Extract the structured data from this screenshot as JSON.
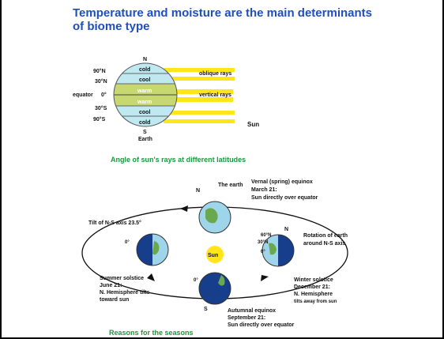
{
  "title": "Temperature and moisture are the main determinants of biome type",
  "top_diagram": {
    "north": "N",
    "south": "S",
    "earth": "Earth",
    "lat_labels": [
      "90°N",
      "30°N",
      "0°",
      "30°S",
      "90°S"
    ],
    "equator": "equator",
    "bands": [
      "cold",
      "cool",
      "warm",
      "warm",
      "cool",
      "cold"
    ],
    "oblique_rays": "oblique rays",
    "vertical_rays": "vertical rays",
    "sun": "Sun",
    "caption": "Angle of sun's rays at different latitudes"
  },
  "bottom_diagram": {
    "tilt_label": "Tilt of N-S axis 23.5°",
    "sun": "Sun",
    "top_earth": "The earth",
    "top_n": "N",
    "vernal": [
      "Vernal (spring) equinox",
      "March 21:",
      "Sun directly over equator"
    ],
    "rotation": [
      "Rotation of earth",
      "around N-S axis"
    ],
    "right_lat": [
      "60°N",
      "30°N",
      "0°"
    ],
    "right_n": "N",
    "left_deg": "0°",
    "bottom_deg": "0°",
    "bottom_s": "S",
    "summer": [
      "Summer solstice",
      "June 21:",
      "N. Hemisphere tilts",
      "toward sun"
    ],
    "winter": [
      "Winter solstice",
      "December 21:",
      "N. Hemisphere",
      "tilts away from sun"
    ],
    "autumnal": [
      "Autumnal equinox",
      "September 21:",
      "Sun directly over equator"
    ],
    "caption": "Reasons for the seasons"
  },
  "colors": {
    "title": "#1f4fb8",
    "caption": "#1a9a3a",
    "sun": "#ffe51a",
    "ray": "#ffe51a",
    "band_cold": "#bfe8f0",
    "band_warm": "#c8d870",
    "night": "#173e8a"
  }
}
